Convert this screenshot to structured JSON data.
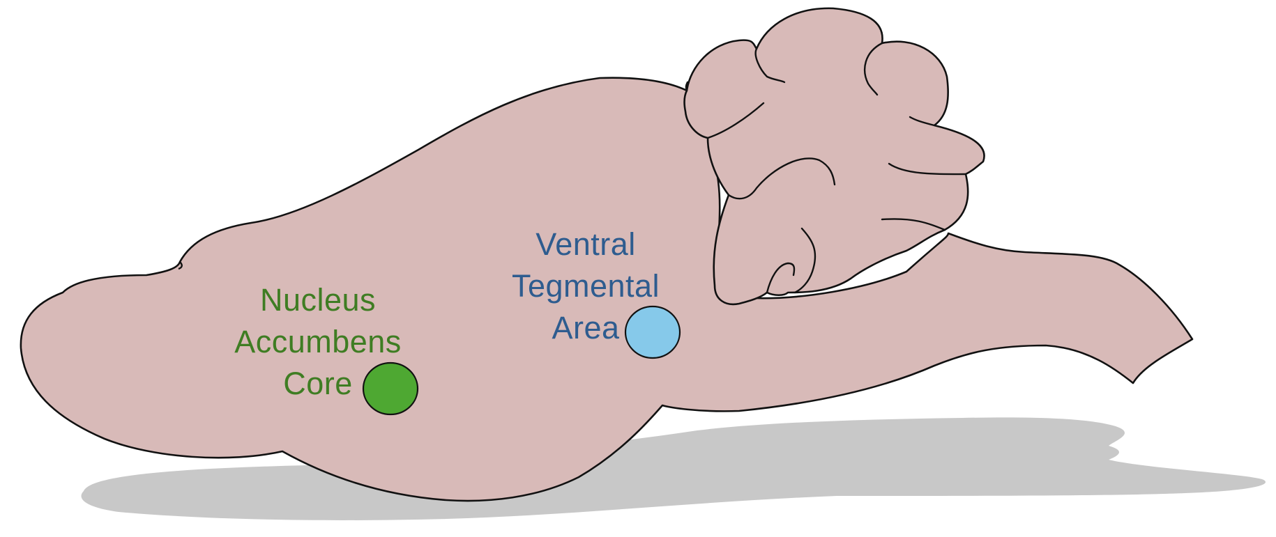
{
  "colors": {
    "background": "#ffffff",
    "brain_fill": "#d8bab8",
    "outline": "#111111",
    "shadow": "#c8c8c8",
    "nac_marker": "#4ea832",
    "nac_text": "#3f7d23",
    "vta_marker": "#86c9ea",
    "vta_text": "#2e5c8f"
  },
  "regions": {
    "nac": {
      "line1": "Nucleus",
      "line2": "Accumbens",
      "line3": "Core"
    },
    "vta": {
      "line1": "Ventral",
      "line2": "Tegmental",
      "line3": "Area"
    }
  }
}
